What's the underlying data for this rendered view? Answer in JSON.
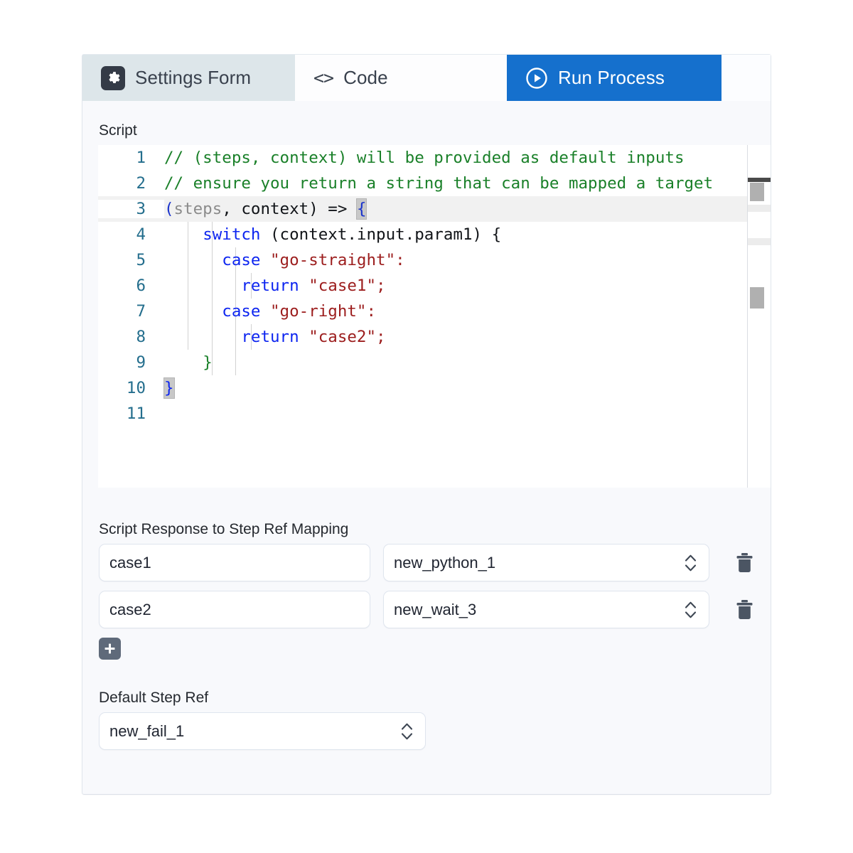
{
  "tabs": [
    {
      "id": "settings-form",
      "label": "Settings Form",
      "icon": "gear-icon",
      "active": true
    },
    {
      "id": "code",
      "label": "Code",
      "icon": "angle-brackets-icon",
      "active": false
    },
    {
      "id": "run-process",
      "label": "Run Process",
      "icon": "play-circle-icon",
      "active": false,
      "accent": "#1570cd"
    }
  ],
  "script_section": {
    "label": "Script",
    "lines": [
      {
        "n": "1",
        "text": "// (steps, context) will be provided as default inputs"
      },
      {
        "n": "2",
        "text": "// ensure you return a string that can be mapped a target"
      },
      {
        "n": "3",
        "text": "(steps, context) => {"
      },
      {
        "n": "4",
        "text": "    switch (context.input.param1) {"
      },
      {
        "n": "5",
        "text": "      case \"go-straight\":"
      },
      {
        "n": "6",
        "text": "        return \"case1\";"
      },
      {
        "n": "7",
        "text": "      case \"go-right\":"
      },
      {
        "n": "8",
        "text": "        return \"case2\";"
      },
      {
        "n": "9",
        "text": "    }"
      },
      {
        "n": "10",
        "text": "}"
      },
      {
        "n": "11",
        "text": ""
      }
    ],
    "line_numbers": [
      "1",
      "2",
      "3",
      "4",
      "5",
      "6",
      "7",
      "8",
      "9",
      "10",
      "11"
    ],
    "tokens": {
      "l1": "// (steps, context) will be provided as default inputs",
      "l2": "// ensure you return a string that can be mapped a target",
      "l3_open": "(",
      "l3_steps": "steps",
      "l3_comma": ", context) => ",
      "l3_brace": "{",
      "l4_kw": "switch",
      "l4_rest": " (context.input.param1) {",
      "l5_kw": "case",
      "l5_str": "\"go-straight\"",
      "l5_colon": ":",
      "l6_kw": "return",
      "l6_str": "\"case1\"",
      "l6_semi": ";",
      "l7_kw": "case",
      "l7_str": "\"go-right\"",
      "l7_colon": ":",
      "l8_kw": "return",
      "l8_str": "\"case2\"",
      "l8_semi": ";",
      "l9_brace": "}",
      "l10_brace": "}"
    }
  },
  "mapping_section": {
    "label": "Script Response to Step Ref Mapping",
    "rows": [
      {
        "key": "case1",
        "step_ref": "new_python_1",
        "delete_icon": "trash-icon"
      },
      {
        "key": "case2",
        "step_ref": "new_wait_3",
        "delete_icon": "trash-icon"
      }
    ],
    "add_icon": "plus-icon",
    "add_label": "+"
  },
  "default_section": {
    "label": "Default Step Ref",
    "value": "new_fail_1"
  },
  "colors": {
    "accent_blue": "#1570cd",
    "active_tab_bg": "#dde6ea",
    "page_bg": "#f8f9fc",
    "icon_dark": "#343b47",
    "add_button_bg": "#5f6a7a",
    "comment_green": "#1a8029",
    "keyword_blue": "#0d25f0",
    "string_red": "#9c1d1d",
    "line_number": "#246e8d"
  }
}
